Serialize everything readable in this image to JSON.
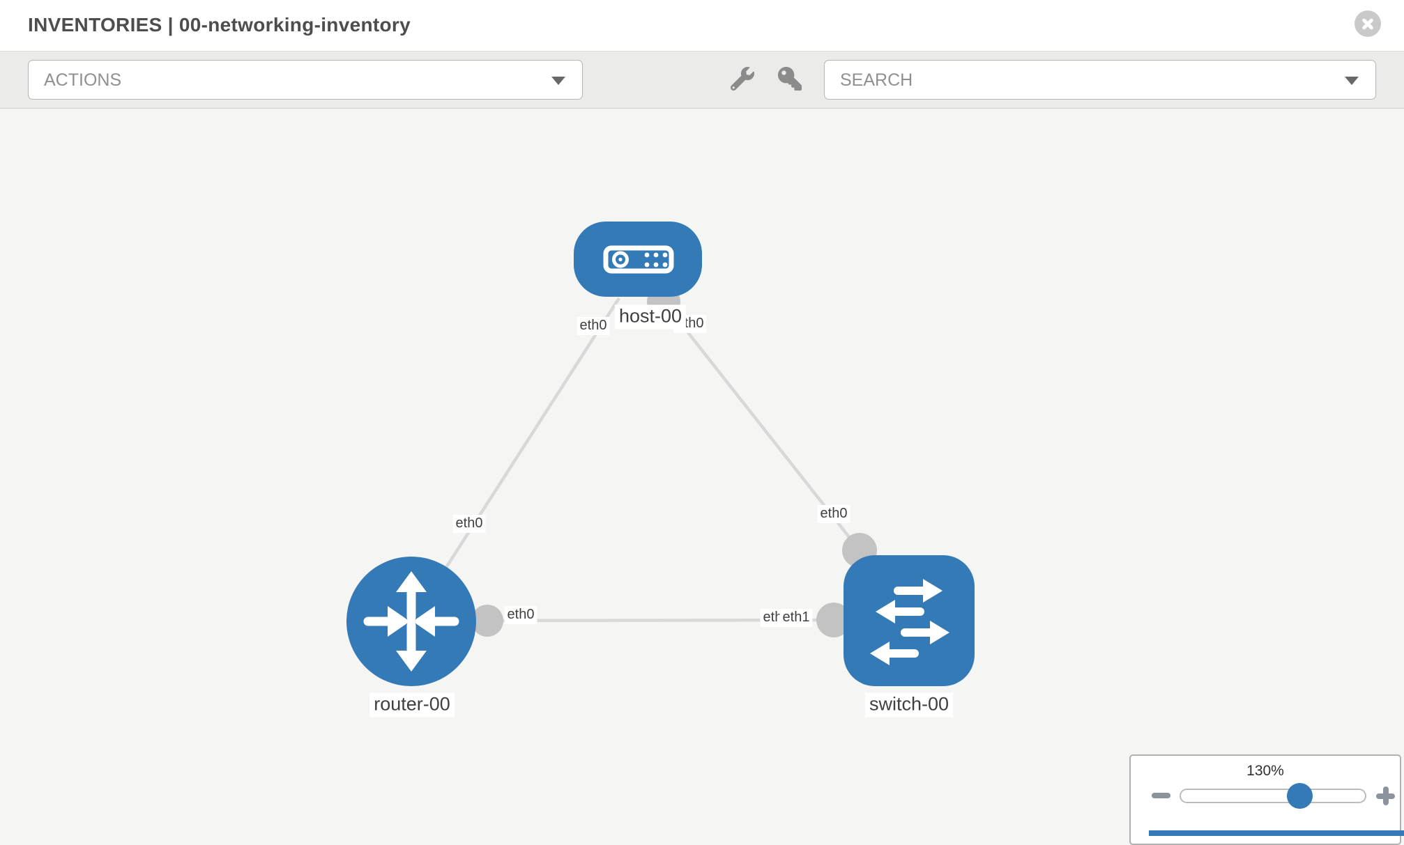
{
  "header": {
    "title": "INVENTORIES | 00-networking-inventory"
  },
  "toolbar": {
    "actions_label": "ACTIONS",
    "search_label": "SEARCH",
    "icons": [
      "wrench-icon",
      "key-icon"
    ]
  },
  "diagram": {
    "nodes": [
      {
        "label": "host-00",
        "type": "host"
      },
      {
        "label": "router-00",
        "type": "router"
      },
      {
        "label": "switch-00",
        "type": "switch"
      }
    ],
    "interface_labels": [
      {
        "text": "eth0"
      },
      {
        "text": "eth0"
      },
      {
        "text": "eth0"
      },
      {
        "text": "eth0"
      },
      {
        "text": "eth0"
      },
      {
        "text": "eth1"
      },
      {
        "text": "eth0"
      }
    ],
    "links": [
      {
        "from": "router-00",
        "to": "host-00"
      },
      {
        "from": "host-00",
        "to": "switch-00"
      },
      {
        "from": "router-00",
        "to": "switch-00"
      }
    ]
  },
  "zoom_control": {
    "level": "130%",
    "icons": [
      "minus-icon",
      "plus-icon"
    ]
  },
  "window_icons": [
    "close-icon"
  ],
  "colors": {
    "node_blue": "#337ab7",
    "link_gray": "#d8d8d8",
    "connector_gray": "#c3c3c3",
    "canvas_bg": "#f5f5f4",
    "toolbar_bg": "#ebebea"
  }
}
